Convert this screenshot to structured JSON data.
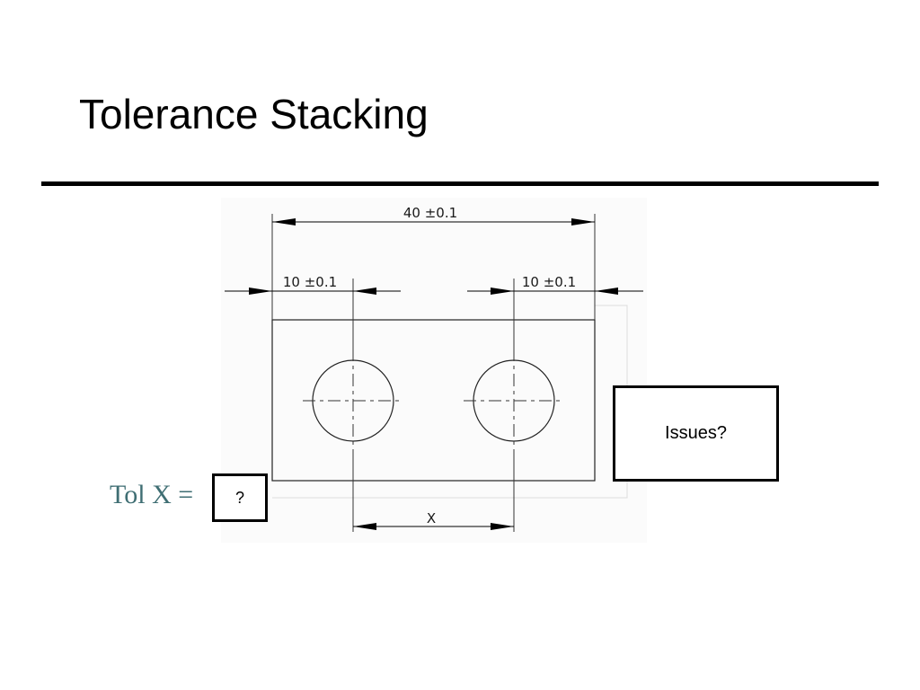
{
  "slide": {
    "title": "Tolerance Stacking"
  },
  "drawing": {
    "overall_dimension": "40 ±0.1",
    "left_dimension": "10 ±0.1",
    "right_dimension": "10 ±0.1",
    "x_dimension": "X"
  },
  "tolerance": {
    "label": "Tol X =",
    "answer": "?"
  },
  "callout": {
    "text": "Issues?"
  }
}
